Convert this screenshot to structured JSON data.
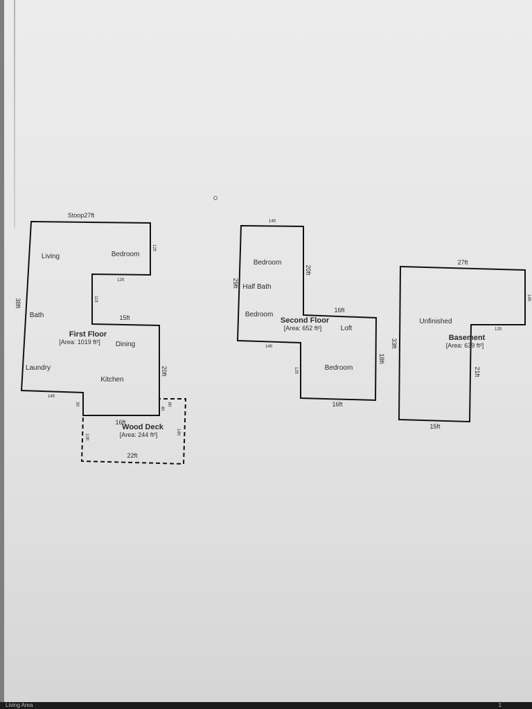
{
  "first_floor": {
    "name": "First Floor",
    "area": "[Area: 1019 ft²]",
    "rooms": {
      "living": "Living",
      "bedroom": "Bedroom",
      "bath": "Bath",
      "dining": "Dining",
      "laundry": "Laundry",
      "kitchen": "Kitchen"
    },
    "dims": {
      "top": "Stoop27ft",
      "left": "38ft",
      "right_top": "12ft",
      "notch_top": "12ft",
      "notch_side": "11ft",
      "mid": "15ft",
      "right": "20ft",
      "bottom_left": "14ft",
      "step": "5ft"
    }
  },
  "wood_deck": {
    "name": "Wood Deck",
    "area": "[Area: 244 ft²]",
    "dims": {
      "top": "16ft",
      "left": "10ft",
      "right": "14ft",
      "right_top": "4ft",
      "step_top": "6ft",
      "bottom": "22ft"
    }
  },
  "second_floor": {
    "name": "Second Floor",
    "area": "[Area: 652 ft²]",
    "rooms": {
      "bedroom_top": "Bedroom",
      "half_bath": "Half Bath",
      "bedroom_left": "Bedroom",
      "loft": "Loft",
      "bedroom_right": "Bedroom"
    },
    "dims": {
      "top": "14ft",
      "left": "29ft",
      "inner_right": "20ft",
      "step_top": "16ft",
      "bottom_left": "14ft",
      "inner_lower": "12ft",
      "right": "18ft",
      "bottom": "16ft"
    }
  },
  "basement": {
    "name": "Basement",
    "area": "[Area: 639 ft²]",
    "rooms": {
      "unfinished": "Unfinished"
    },
    "dims": {
      "top": "27ft",
      "left": "33ft",
      "right_top": "14ft",
      "inner_top": "12ft",
      "inner_right": "21ft",
      "bottom": "15ft"
    }
  },
  "footer": {
    "left": "Living Area",
    "right": "1"
  }
}
